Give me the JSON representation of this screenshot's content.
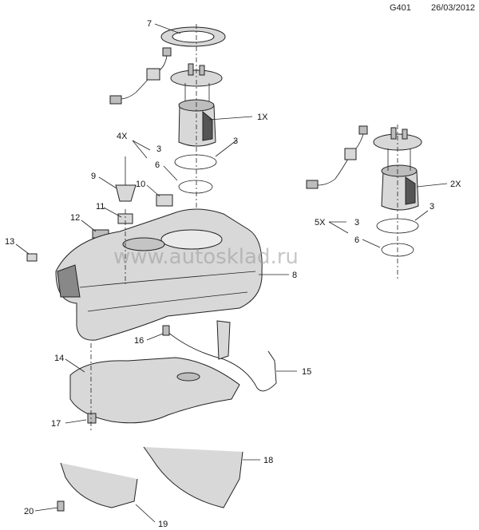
{
  "header": {
    "code": "G401",
    "date": "26/03/2012"
  },
  "watermark": "www.autosklad.ru",
  "callouts": {
    "c7": "7",
    "c1x": "1X",
    "c4x": "4X",
    "c3a": "3",
    "c3b": "3",
    "c6a": "6",
    "c9": "9",
    "c10": "10",
    "c11": "11",
    "c12": "12",
    "c13": "13",
    "c8": "8",
    "c2x": "2X",
    "c5x": "5X",
    "c3c": "3",
    "c3d": "3",
    "c6b": "6",
    "c16": "16",
    "c14": "14",
    "c15": "15",
    "c17": "17",
    "c18": "18",
    "c20": "20",
    "c19": "19"
  }
}
